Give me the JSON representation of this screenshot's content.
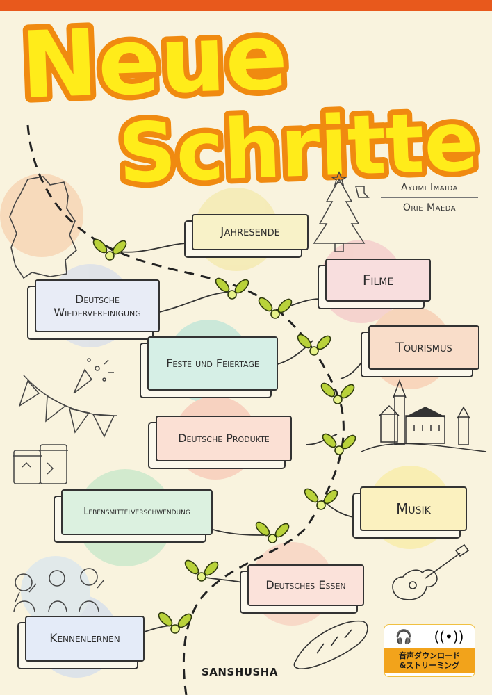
{
  "title": {
    "line1": "Neue",
    "line2": "Schritte"
  },
  "authors": [
    "Ayumi Imaida",
    "Orie Maeda"
  ],
  "topics": [
    "Jahresende",
    "Filme",
    "Deutsche Wiedervereinigung",
    "Tourismus",
    "Feste und Feiertage",
    "Deutsche Produkte",
    "Lebensmittelverschwendung",
    "Musik",
    "Deutsches Essen",
    "Kennenlernen"
  ],
  "publisher": "SANSHUSHA",
  "badge": {
    "line1": "音声ダウンロード",
    "line2": "&ストリーミング"
  },
  "colors": {
    "title_fill": "#ffec1a",
    "title_outline": "#f08a10",
    "topbar": "#e8591c",
    "leaf": "#b9d23a"
  }
}
